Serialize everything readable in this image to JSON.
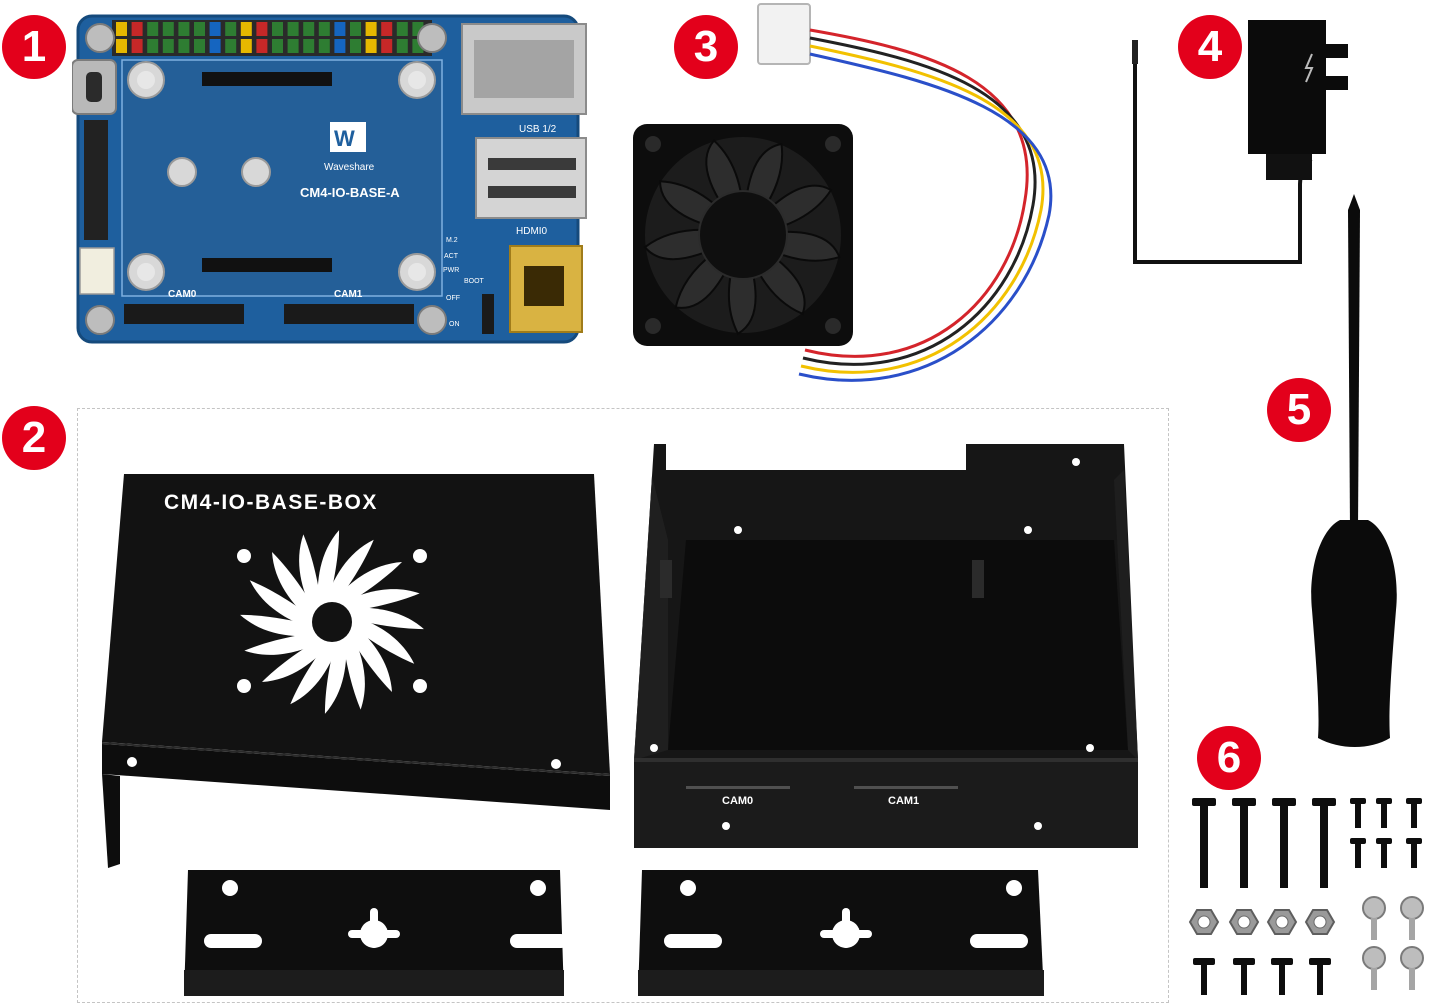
{
  "items": {
    "board": {
      "number": "1",
      "brand": "Waveshare",
      "model": "CM4-IO-BASE-A",
      "labels": {
        "usb": "USB 1/2",
        "hdmi": "HDMI0",
        "cam0": "CAM0",
        "cam1": "CAM1",
        "m2": "M.2",
        "act": "ACT",
        "pwr": "PWR",
        "boot": "BOOT",
        "off": "OFF",
        "on": "ON"
      }
    },
    "case": {
      "number": "2",
      "lid_text": "CM4-IO-BASE-BOX",
      "cam0": "CAM0",
      "cam1": "CAM1"
    },
    "fan": {
      "number": "3"
    },
    "power_adapter": {
      "number": "4"
    },
    "screwdriver": {
      "number": "5"
    },
    "screws": {
      "number": "6"
    }
  },
  "colors": {
    "badge_red": "#e3001b",
    "pcb_blue": "#1e5f9e",
    "metal_black": "#141414"
  }
}
